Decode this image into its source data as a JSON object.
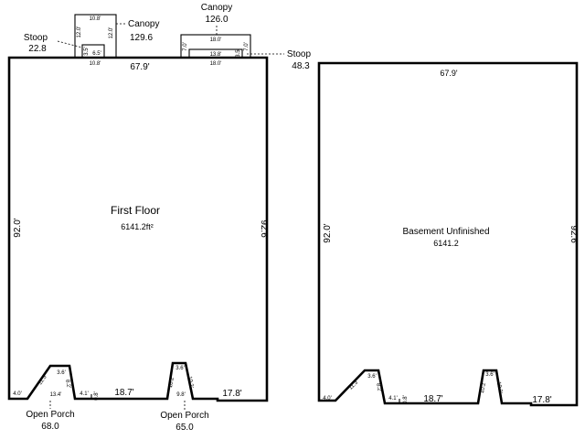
{
  "first_floor": {
    "title": "First Floor",
    "area": "6141.2ft²",
    "dim_top": "67.9'",
    "dim_left": "92.0'",
    "dim_right": "92.6'",
    "dim_bottom_mid": "18.7'",
    "dim_bottom_right": "17.8'",
    "porch_small_dims": [
      "4.0'",
      "11.3'",
      "3.6'",
      "8.2'",
      "13.4'",
      "4.1'",
      "0.8'"
    ],
    "porch2_small_dims": [
      "3.6'",
      "10.2'",
      "10.2'",
      "9.8'"
    ]
  },
  "basement": {
    "title": "Basement Unfinished",
    "area": "6141.2",
    "dim_top": "67.9'",
    "dim_left": "92.0'",
    "dim_right": "92.6'",
    "dim_bottom_mid": "18.7'",
    "dim_bottom_right": "17.8'",
    "porch_small_dims": [
      "4.0'",
      "11.3'",
      "3.6'",
      "8.2'",
      "4.1'",
      "0.8'"
    ],
    "porch2_small_dims": [
      "3.6'",
      "10.2'",
      "10.2'"
    ]
  },
  "canopy_left": {
    "label": "Canopy",
    "area": "129.6",
    "dims": [
      "10.8'",
      "12.0'",
      "12.0'"
    ]
  },
  "stoop_left": {
    "label": "Stoop",
    "area": "22.8",
    "dims": [
      "3.5'",
      "6.5'",
      "10.8'"
    ]
  },
  "canopy_right": {
    "label": "Canopy",
    "area": "126.0",
    "dims": [
      "18.0'",
      "7.0'",
      "7.0'"
    ]
  },
  "stoop_right": {
    "label": "Stoop",
    "area": "48.3",
    "dims": [
      "13.8'",
      "3.5'",
      "18.0'"
    ]
  },
  "porch_left": {
    "label": "Open Porch",
    "area": "68.0"
  },
  "porch_right": {
    "label": "Open Porch",
    "area": "65.0"
  }
}
